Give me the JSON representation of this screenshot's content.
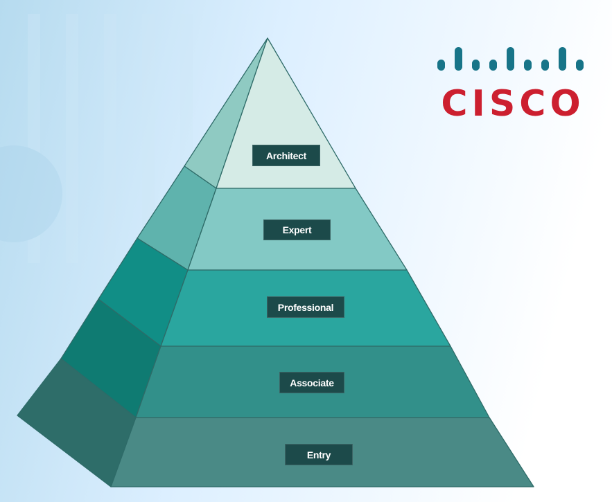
{
  "logo": {
    "wordmark": "CISCO",
    "icon": "cisco-bridge-bars-icon",
    "color": "#cc1f2f"
  },
  "colors": {
    "bg_left": "#b6dbef",
    "bg_right": "#ffffff",
    "label_bg": "#1c4a4a",
    "outline": "#2e6b68"
  },
  "pyramid": {
    "levels": [
      {
        "label": "Architect",
        "front": "#d5ebe6",
        "side": "#8fcac2"
      },
      {
        "label": "Expert",
        "front": "#83c9c5",
        "side": "#5fb3ad"
      },
      {
        "label": "Professional",
        "front": "#2aa69f",
        "side": "#118e86"
      },
      {
        "label": "Associate",
        "front": "#32908a",
        "side": "#0f7b72"
      },
      {
        "label": "Entry",
        "front": "#4a8a86",
        "side": "#2e6d69"
      }
    ]
  }
}
